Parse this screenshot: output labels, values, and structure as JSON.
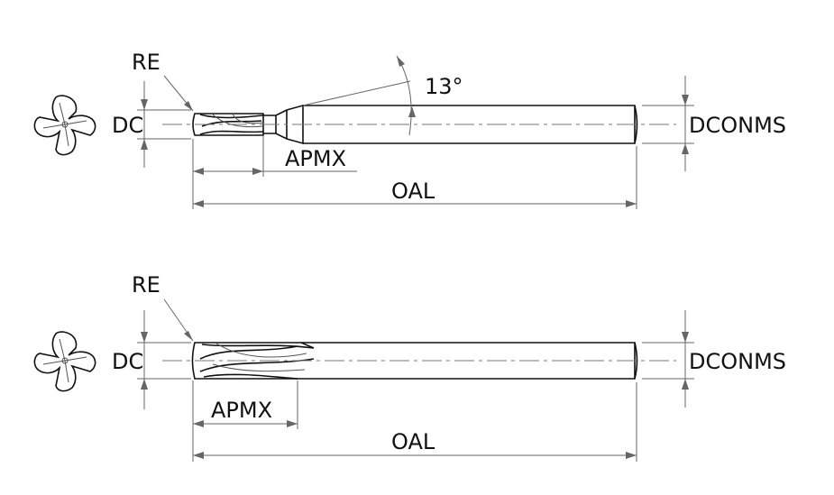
{
  "drawings": [
    {
      "re": "RE",
      "dc": "DC",
      "angle": "13°",
      "apmx": "APMX",
      "oal": "OAL",
      "dconms": "DCONMS"
    },
    {
      "re": "RE",
      "dc": "DC",
      "apmx": "APMX",
      "oal": "OAL",
      "dconms": "DCONMS"
    }
  ]
}
